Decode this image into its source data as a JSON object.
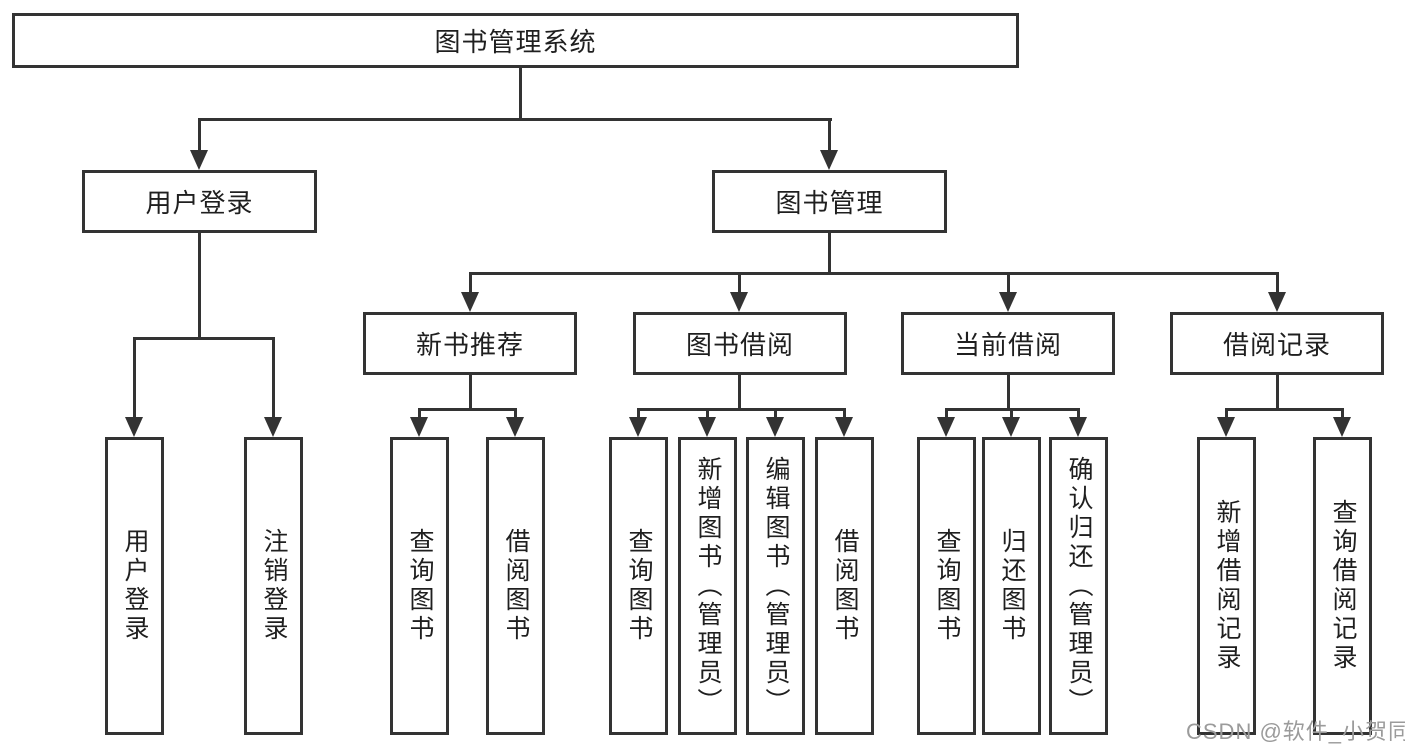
{
  "colors": {
    "line": "#333333",
    "node_border": "#333333",
    "node_text": "#1f1f1f",
    "background": "#ffffff",
    "watermark": "#9b9b9b"
  },
  "root": {
    "label": "图书管理系统"
  },
  "branches": {
    "user_login": {
      "label": "用户登录",
      "children": [
        {
          "label": "用户登录"
        },
        {
          "label": "注销登录"
        }
      ]
    },
    "book_mgmt": {
      "label": "图书管理"
    }
  },
  "modules": {
    "new_books": {
      "label": "新书推荐",
      "children": [
        {
          "label": "查询图书"
        },
        {
          "label": "借阅图书"
        }
      ]
    },
    "borrowing": {
      "label": "图书借阅",
      "children": [
        {
          "label": "查询图书"
        },
        {
          "label": "新增图书（管理员）"
        },
        {
          "label": "编辑图书（管理员）"
        },
        {
          "label": "借阅图书"
        }
      ]
    },
    "current": {
      "label": "当前借阅",
      "children": [
        {
          "label": "查询图书"
        },
        {
          "label": "归还图书"
        },
        {
          "label": "确认归还（管理员）"
        }
      ]
    },
    "records": {
      "label": "借阅记录",
      "children": [
        {
          "label": "新增借阅记录"
        },
        {
          "label": "查询借阅记录"
        }
      ]
    }
  },
  "watermark": {
    "text": "CSDN @软件_小贺同学"
  }
}
